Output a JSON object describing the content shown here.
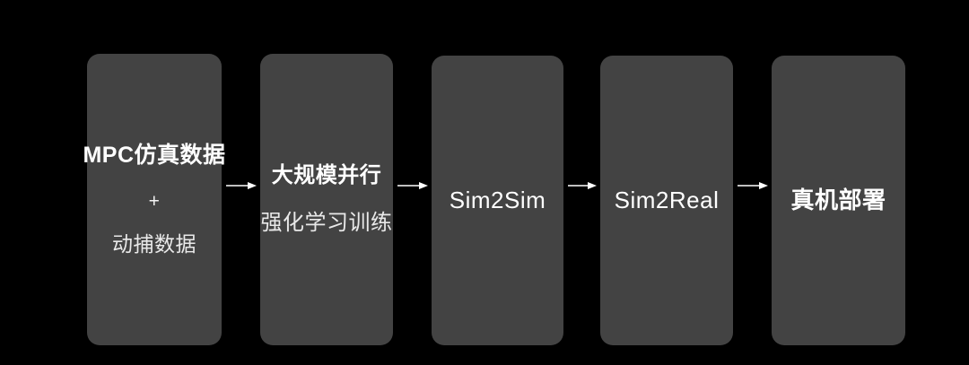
{
  "diagram": {
    "background_color": "#000000",
    "box_color": "#434343",
    "text_color": "#ffffff",
    "arrow_color": "#ffffff",
    "stages": [
      {
        "id": "mpc-data",
        "lines": [
          {
            "text": "MPC仿真数据",
            "weight": "bold"
          },
          {
            "text": "+",
            "weight": "normal"
          },
          {
            "text": "动捕数据",
            "weight": "normal"
          }
        ]
      },
      {
        "id": "large-scale-rl",
        "lines": [
          {
            "text": "大规模并行",
            "weight": "bold"
          },
          {
            "text": "强化学习训练",
            "weight": "normal"
          }
        ]
      },
      {
        "id": "sim2sim",
        "lines": [
          {
            "text": "Sim2Sim",
            "weight": "normal"
          }
        ]
      },
      {
        "id": "sim2real",
        "lines": [
          {
            "text": "Sim2Real",
            "weight": "normal"
          }
        ]
      },
      {
        "id": "real-robot-deploy",
        "lines": [
          {
            "text": "真机部署",
            "weight": "bold"
          }
        ]
      }
    ],
    "connectors": [
      {
        "id": "arrow-1",
        "from": "mpc-data",
        "to": "large-scale-rl",
        "glyph": "arrow-right-icon"
      },
      {
        "id": "arrow-2",
        "from": "large-scale-rl",
        "to": "sim2sim",
        "glyph": "arrow-right-icon"
      },
      {
        "id": "arrow-3",
        "from": "sim2sim",
        "to": "sim2real",
        "glyph": "arrow-right-icon"
      },
      {
        "id": "arrow-4",
        "from": "sim2real",
        "to": "real-robot-deploy",
        "glyph": "arrow-right-icon"
      }
    ]
  }
}
